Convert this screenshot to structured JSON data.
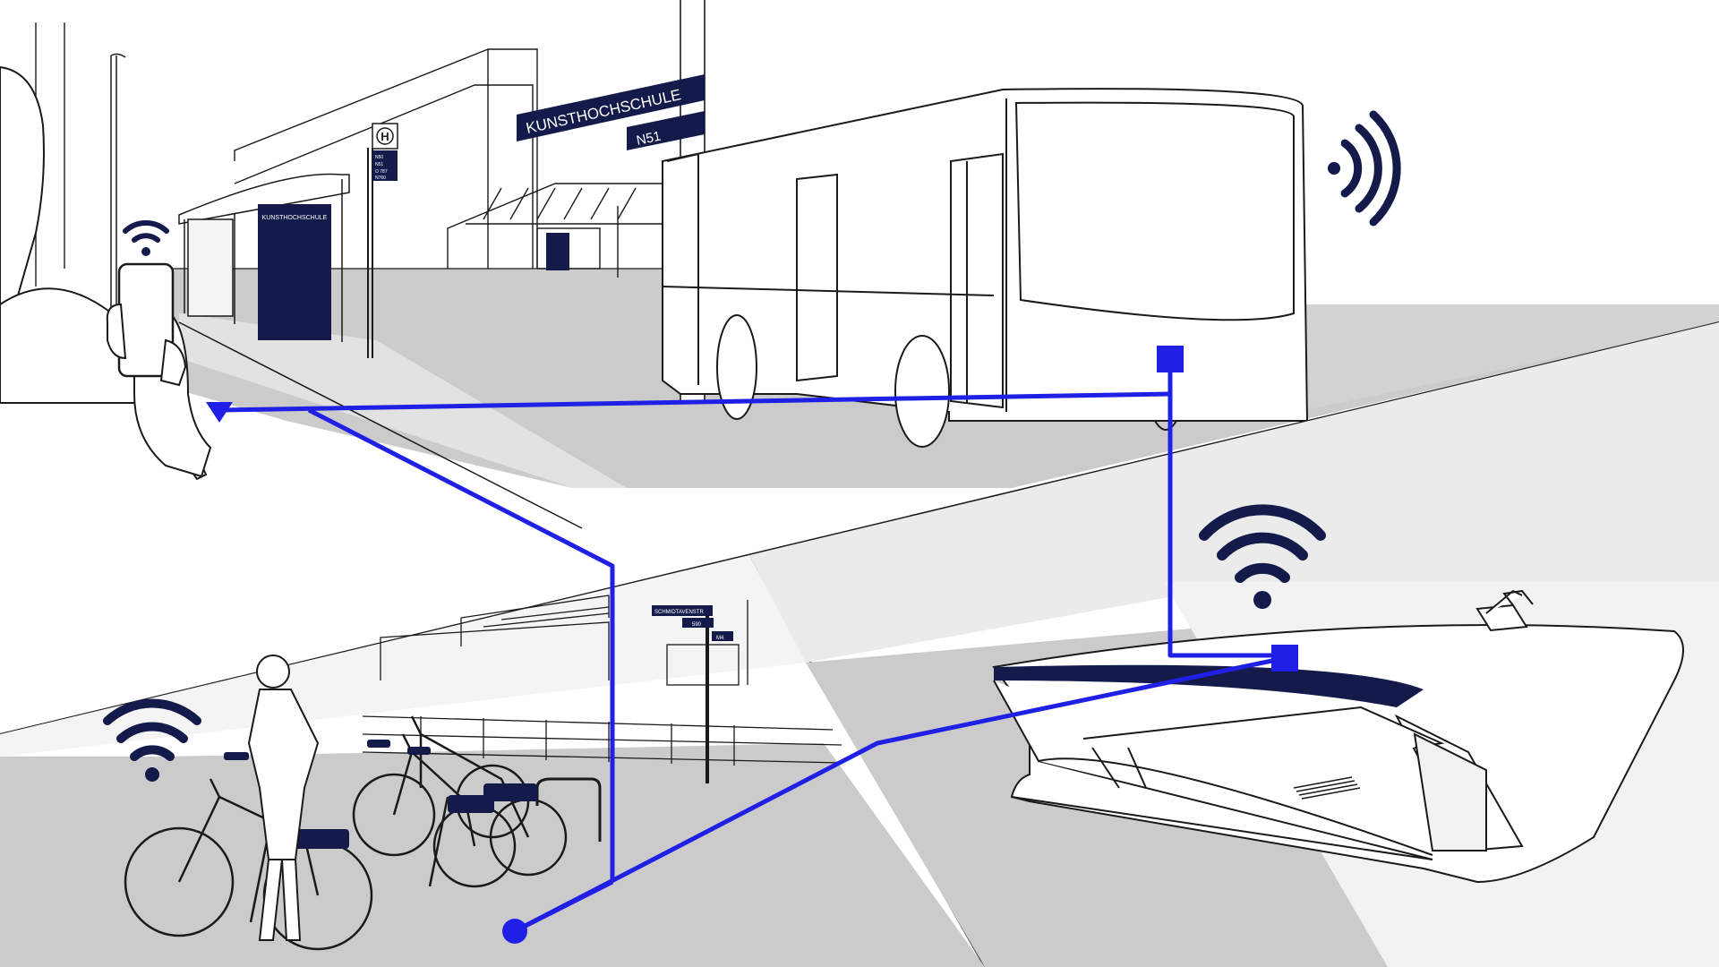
{
  "signs": {
    "street_main": "KUNSTHOCHSCHULE",
    "street_route": "N51",
    "shelter_panel": "KUNSTHOCHSCHULE",
    "stop_letter": "H",
    "stop_routes": [
      "N50",
      "N51",
      "O 787",
      "N760"
    ],
    "bike_street_sign": "SCHMIDTAVENSTR",
    "bike_route_a": "590",
    "bike_route_b": "M4"
  },
  "colors": {
    "connection_blue": "#1f1fe6",
    "navy": "#141a4a",
    "ground_gray": "#cbcbcb",
    "light_gray": "#ebebeb",
    "line": "#1a1a1a"
  },
  "icons": {
    "wifi_phone": "wifi-icon",
    "wifi_bus": "wifi-broadcast-icon",
    "wifi_shuttle": "wifi-icon",
    "wifi_bikes": "wifi-icon"
  }
}
